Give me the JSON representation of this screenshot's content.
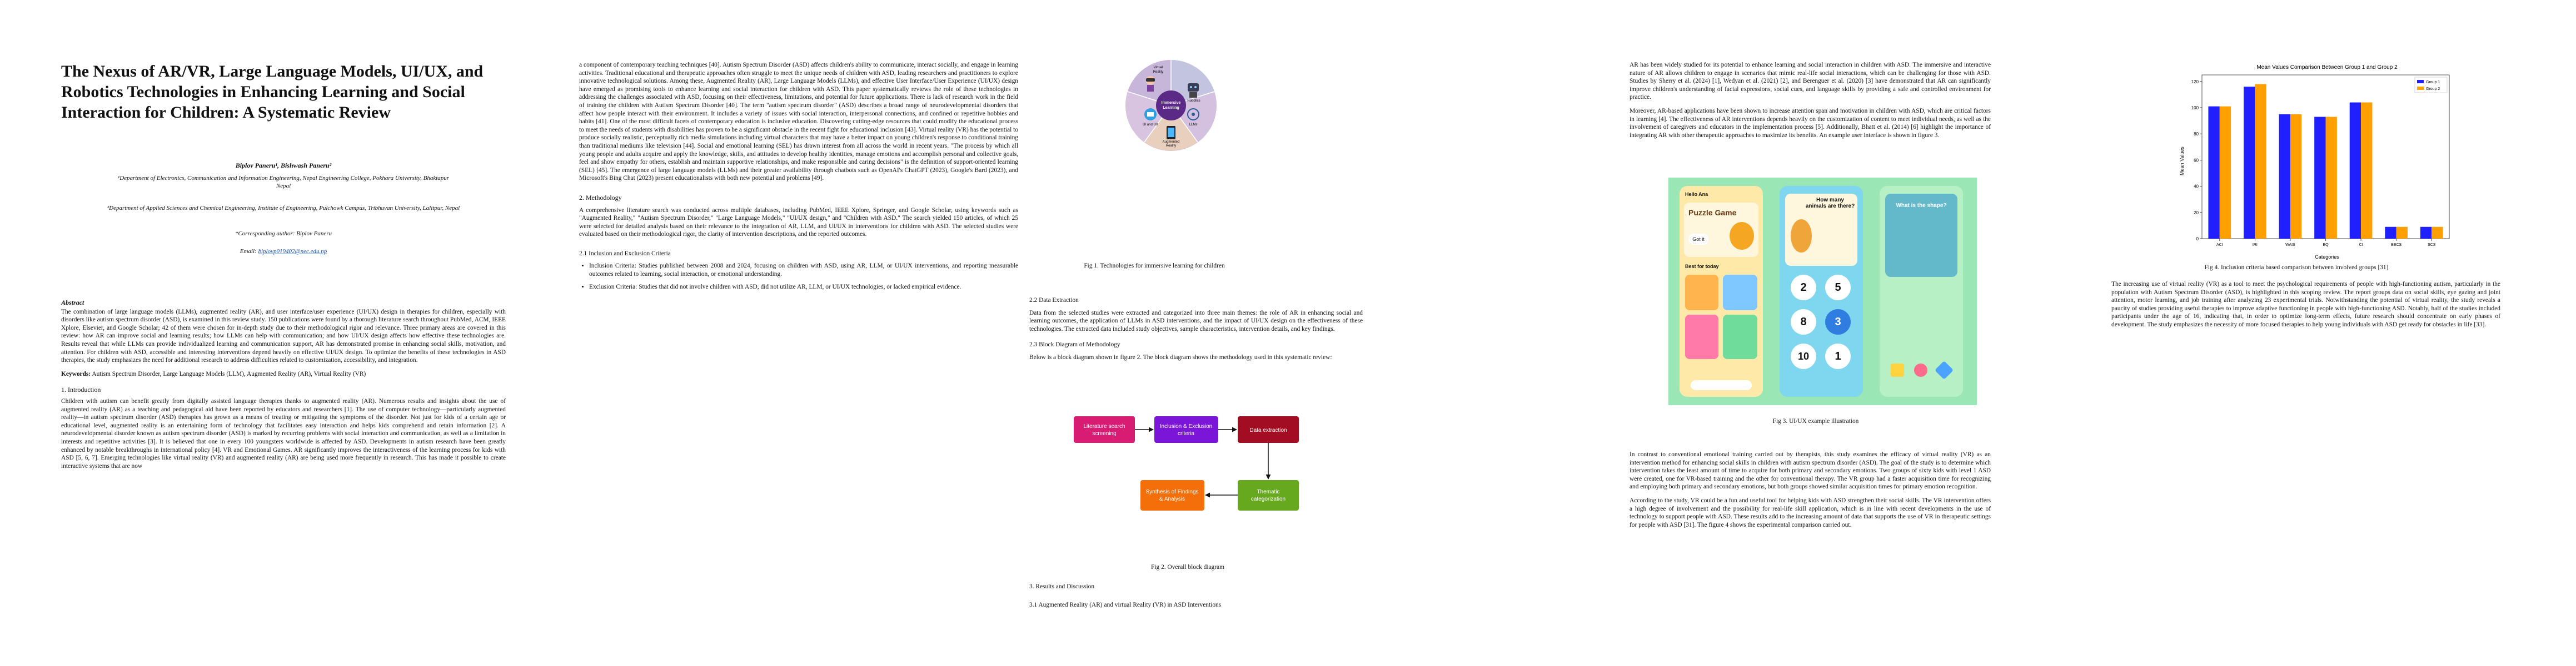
{
  "page1": {
    "title": "The Nexus of AR/VR, Large Language Models, UI/UX, and Robotics Technologies in Enhancing Learning and Social Interaction for Children: A Systematic Review",
    "authors": "Biplov Paneru¹, Bishwash Paneru²",
    "affil1": "¹Department of Electronics, Communication and Information Engineering, Nepal Engineering College, Pokhara University, Bhaktapur Nepal",
    "affil2": "²Department of Applied Sciences and Chemical Engineering, Institute of Engineering, Pulchowk Campus, Tribhuvan University, Lalitpur, Nepal",
    "corresponding": "*Corresponding author: Biplov Paneru",
    "email_label": "Email:",
    "email": "biplovp019402@nec.edu.np",
    "abstract_heading": "Abstract",
    "abstract": "The combination of large language models (LLMs), augmented reality (AR), and user interface/user experience (UI/UX) design in therapies for children, especially with disorders like autism spectrum disorder (ASD), is examined in this review study. 150 publications were found by a thorough literature search throughout PubMed, ACM, IEEE Xplore, Elsevier, and Google Scholar; 42 of them were chosen for in-depth study due to their methodological rigor and relevance. Three primary areas are covered in this review: how AR can improve social and learning results; how LLMs can help with communication; and how UI/UX design affects how effective these technologies are. Results reveal that while LLMs can provide individualized learning and communication support, AR has demonstrated promise in enhancing social skills, motivation, and attention. For children with ASD, accessible and interesting interventions depend heavily on effective UI/UX design. To optimize the benefits of these technologies in ASD therapies, the study emphasizes the need for additional research to address difficulties related to customization, accessibility, and integration.",
    "keywords_label": "Keywords:",
    "keywords": " Autism Spectrum Disorder, Large Language Models (LLM), Augmented Reality (AR), Virtual Reality (VR)",
    "intro_heading": "1. Introduction",
    "intro": "Children with autism can benefit greatly from digitally assisted language therapies thanks to augmented reality (AR). Numerous results and insights about the use of augmented reality (AR) as a teaching and pedagogical aid have been reported by educators and researchers [1]. The use of computer technology—particularly augmented reality—in autism spectrum disorder (ASD) therapies has grown as a means of treating or mitigating the symptoms of the disorder. Not just for kids of a certain age or educational level, augmented reality is an entertaining form of technology that facilitates easy interaction and helps kids comprehend and retain information [2]. A neurodevelopmental disorder known as autism spectrum disorder (ASD) is marked by recurring problems with social interaction and communication, as well as a limitation in interests and repetitive activities [3]. It is believed that one in every 100 youngsters worldwide is affected by ASD. Developments in autism research have been greatly enhanced by notable breakthroughs in international policy [4]. VR and Emotional Games. AR significantly improves the interactiveness of the learning process for kids with ASD [5, 6, 7]. Emerging technologies like virtual reality (VR) and augmented reality (AR) are being used more frequently in research. This has made it possible to create interactive systems that are now"
  },
  "page2": {
    "col1": [
      "a component of contemporary teaching techniques [40]. Autism Spectrum Disorder (ASD) affects children's ability to communicate, interact socially, and engage in learning activities. Traditional educational and therapeutic approaches often struggle to meet the unique needs of children with ASD, leading researchers and practitioners to explore innovative technological solutions. Among these, Augmented Reality (AR), Large Language Models (LLMs), and effective User Interface/User Experience (UI/UX) design have emerged as promising tools to enhance learning and social interaction for children with ASD. This paper systematically reviews the role of these technologies in addressing the challenges associated with ASD, focusing on their effectiveness, limitations, and potential for future applications. There is lack of research work in the field of training the children with Autism Spectrum Disorder [40]. The term \"autism spectrum disorder\" (ASD) describes a broad range of neurodevelopmental disorders that affect how people interact with their environment. It includes a variety of issues with social interaction, interpersonal connections, and confined or repetitive hobbies and habits [41]. One of the most difficult facets of contemporary education is inclusive education. Discovering cutting-edge resources that could modify the educational process to meet the needs of students with disabilities has proven to be a significant obstacle in the recent fight for educational inclusion [43]. Virtual reality (VR) has the potential to produce socially realistic, perceptually rich media simulations including virtual characters that may have a better impact on young children's response to conditional training than traditional mediums like television [44]. Social and emotional learning (SEL) has drawn interest from all across the world in recent years. \"The process by which all young people and adults acquire and apply the knowledge, skills, and attitudes to develop healthy identities, manage emotions and accomplish personal and collective goals, feel and show empathy for others, establish and maintain supportive relationships, and make responsible and caring decisions\" is the definition of support-oriented learning (SEL) [45]. The emergence of large language models (LLMs) and their greater availability through chatbots such as OpenAI's ChatGPT (2023), Google's Bard (2023), and Microsoft's Bing Chat (2023) present educationalists with both new potential and problems [49]."
    ],
    "method_heading": "2. Methodology",
    "method": "A comprehensive literature search was conducted across multiple databases, including PubMed, IEEE Xplore, Springer, and Google Scholar, using keywords such as \"Augmented Reality,\" \"Autism Spectrum Disorder,\" \"Large Language Models,\" \"UI/UX design,\" and \"Children with ASD.\" The search yielded 150 articles, of which 25 were selected for detailed analysis based on their relevance to the integration of AR, LLM, and UI/UX in interventions for children with ASD. The selected studies were evaluated based on their methodological rigor, the clarity of intervention descriptions, and the reported outcomes.",
    "incl_heading": "2.1 Inclusion and Exclusion Criteria",
    "incl_items": [
      "Inclusion Criteria: Studies published between 2008 and 2024, focusing on children with ASD, using AR, LLM, or UI/UX interventions, and reporting measurable outcomes related to learning, social interaction, or emotional understanding.",
      "Exclusion Criteria: Studies that did not involve children with ASD, did not utilize AR, LLM, or UI/UX technologies, or lacked empirical evidence."
    ],
    "fig1": {
      "center": "Immersive Learning",
      "labels": [
        "Virtual Reality",
        "Robotics",
        "LLMs",
        "Augmented Reality",
        "UI and UX"
      ],
      "caption": "Fig 1. Technologies for immersive learning for children"
    },
    "extraction_heading": "2.2 Data Extraction",
    "extraction": "Data from the selected studies were extracted and categorized into three main themes: the role of AR in enhancing social and learning outcomes, the application of LLMs in ASD interventions, and the impact of UI/UX design on the effectiveness of these technologies. The extracted data included study objectives, sample characteristics, intervention details, and key findings.",
    "block_heading": "2.3 Block Diagram of Methodology",
    "block_intro": "Below is a block diagram shown in figure 2. The block diagram shows the methodology used in this systematic review:",
    "fig2": {
      "boxes": [
        "Literature search screening",
        "Inclusion & Exclusion criteria",
        "Data extraction",
        "Thematic categorization",
        "Synthesis of Findings & Analysis"
      ],
      "colors": [
        "#d81b73",
        "#7b16d9",
        "#a30d23",
        "#66a81e",
        "#f46e0a"
      ],
      "caption": "Fig 2. Overall block diagram"
    },
    "results_heading": "3. Results and Discussion",
    "results_sub": "3.1 Augmented Reality (AR) and virtual Reality (VR) in ASD Interventions"
  },
  "page3": {
    "col1_top": [
      "AR has been widely studied for its potential to enhance learning and social interaction in children with ASD. The immersive and interactive nature of AR allows children to engage in scenarios that mimic real-life social interactions, which can be challenging for those with ASD. Studies by Sherry et al. (2024) [1], Wedyan et al. (2021) [2], and Berenguer et al. (2020) [3] have demonstrated that AR can significantly improve children's understanding of facial expressions, social cues, and language skills by providing a safe and controlled environment for practice.",
      "Moreover, AR-based applications have been shown to increase attention span and motivation in children with ASD, which are critical factors in learning [4]. The effectiveness of AR interventions depends heavily on the customization of content to meet individual needs, as well as the involvement of caregivers and educators in the implementation process [5]. Additionally, Bhatt et al. (2014) [6] highlight the importance of integrating AR with other therapeutic approaches to maximize its benefits. An example user interface is shown in figure 3."
    ],
    "fig3": {
      "caption": "Fig 3. UI/UX example illustration",
      "screen1": {
        "header": "Hello Ana",
        "title": "Puzzle Game",
        "button": "Got it",
        "section": "Best for today"
      },
      "screen2": {
        "question": "How many animals are there?",
        "numbers": [
          "2",
          "5",
          "8",
          "3",
          "10",
          "1"
        ]
      },
      "screen3": {
        "question": "What is the shape?"
      }
    },
    "col1_bottom": [
      "In contrast to conventional emotional training carried out by therapists, this study examines the efficacy of virtual reality (VR) as an intervention method for enhancing social skills in children with autism spectrum disorder (ASD). The goal of the study is to determine which intervention takes the least amount of time to acquire for both primary and secondary emotions. Two groups of sixty kids with level 1 ASD were created, one for VR-based training and the other for conventional therapy. The VR group had a faster acquisition time for recognizing and employing both primary and secondary emotions, but both groups showed similar acquisition times for primary emotion recognition.",
      "According to the study, VR could be a fun and useful tool for helping kids with ASD strengthen their social skills. The VR intervention offers a high degree of involvement and the possibility for real-life skill application, which is in line with recent developments in the use of technology to support people with ASD. These results add to the increasing amount of data that supports the use of VR in therapeutic settings for people with ASD [31]. The figure 4 shows the experimental comparison carried out."
    ],
    "fig4_caption": "Fig 4. Inclusion criteria based comparison between involved groups [31]",
    "col2": [
      "The increasing use of virtual reality (VR) as a tool to meet the psychological requirements of people with high-functioning autism, particularly in the population with Autism Spectrum Disorder (ASD), is highlighted in this scoping review. The report groups data on social skills, eye gazing and joint attention, motor learning, and job training after analyzing 23 experimental trials. Notwithstanding the potential of virtual reality, the study reveals a paucity of studies providing useful therapies to improve adaptive functioning in people with high-functioning ASD. Notably, half of the studies included participants under the age of 16, indicating that, in order to optimize long-term effects, future research should concentrate on early phases of development. The study emphasizes the necessity of more focused therapies to help young individuals with ASD get ready for obstacles in life [33]."
    ]
  },
  "chart_data": {
    "type": "bar",
    "title": "Mean Values Comparison Between Group 1 and Group 2",
    "xlabel": "Categories",
    "ylabel": "Mean Values",
    "categories": [
      "ACI",
      "IRI",
      "WAIS",
      "EQ",
      "CI",
      "BECS",
      "SCS"
    ],
    "series": [
      {
        "name": "Group 1",
        "color": "#1f1fff",
        "values": [
          101,
          116,
          95,
          93,
          104,
          9,
          9
        ]
      },
      {
        "name": "Group 2",
        "color": "#ff9f00",
        "values": [
          101,
          118,
          95,
          93,
          104,
          9,
          9
        ]
      }
    ],
    "ylim": [
      0,
      125
    ],
    "yticks": [
      0,
      20,
      40,
      60,
      80,
      100,
      120
    ],
    "legend": "top-right"
  }
}
